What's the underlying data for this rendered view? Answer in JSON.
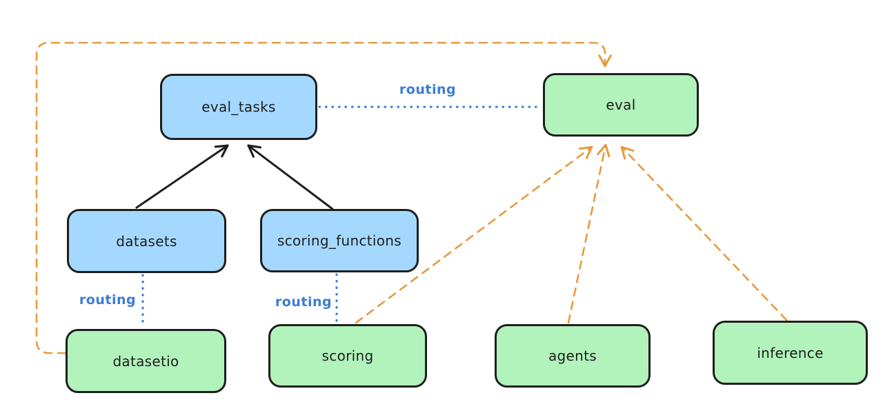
{
  "diagram": {
    "routing_label": "routing",
    "colors": {
      "background": "#ffffff",
      "stroke_black": "#1e1e1e",
      "blue_box_fill": "#a5d8ff",
      "green_box_fill": "#b2f2bb",
      "routing_blue": "#3b7cd4",
      "provider_orange": "#e8993f"
    },
    "nodes": [
      {
        "label": "eval_tasks",
        "fill": "#a5d8ff"
      },
      {
        "label": "eval",
        "fill": "#b2f2bb"
      },
      {
        "label": "datasets",
        "fill": "#a5d8ff"
      },
      {
        "label": "scoring_functions",
        "fill": "#a5d8ff"
      },
      {
        "label": "datasetio",
        "fill": "#b2f2bb"
      },
      {
        "label": "scoring",
        "fill": "#b2f2bb"
      },
      {
        "label": "agents",
        "fill": "#b2f2bb"
      },
      {
        "label": "inference",
        "fill": "#b2f2bb"
      }
    ],
    "edges": [
      {
        "from": "datasets",
        "to": "eval_tasks",
        "style": "solid-black-arrow",
        "label": ""
      },
      {
        "from": "scoring_functions",
        "to": "eval_tasks",
        "style": "solid-black-arrow",
        "label": ""
      },
      {
        "from": "eval_tasks",
        "to": "eval",
        "style": "blue-dotted",
        "label": "routing"
      },
      {
        "from": "datasets",
        "to": "datasetio",
        "style": "blue-dotted",
        "label": "routing"
      },
      {
        "from": "scoring_functions",
        "to": "scoring",
        "style": "blue-dotted",
        "label": "routing"
      },
      {
        "from": "datasetio",
        "to": "eval",
        "style": "orange-dashed-arrow",
        "label": ""
      },
      {
        "from": "scoring",
        "to": "eval",
        "style": "orange-dashed-arrow",
        "label": ""
      },
      {
        "from": "agents",
        "to": "eval",
        "style": "orange-dashed-arrow",
        "label": ""
      },
      {
        "from": "inference",
        "to": "eval",
        "style": "orange-dashed-arrow",
        "label": ""
      }
    ]
  }
}
